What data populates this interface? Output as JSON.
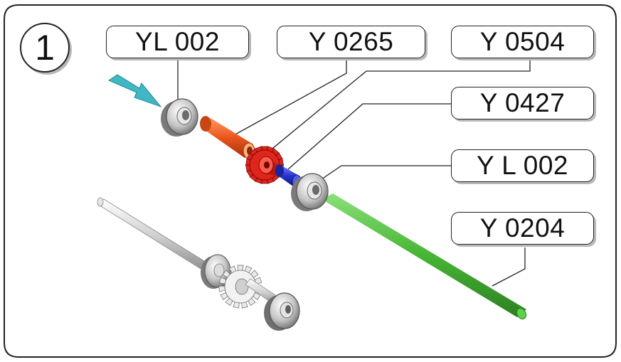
{
  "step": {
    "number": "1"
  },
  "labels": {
    "bearing_top": "YL 002",
    "sleeve": "Y 0265",
    "gear": "Y 0504",
    "spacer": "Y 0427",
    "bearing_bottom": "Y L 002",
    "shaft": "Y 0204"
  },
  "colors": {
    "arrow": "#3fb8c4",
    "sleeve": "#e8541c",
    "gear": "#e0251c",
    "spacer": "#2432c8",
    "shaft": "#4cc03a",
    "bearing": "#bdbdbd",
    "frame": "#222222"
  },
  "icons": [
    "insert-direction-arrow-icon",
    "bearing-icon",
    "gear-icon",
    "shaft-icon"
  ]
}
